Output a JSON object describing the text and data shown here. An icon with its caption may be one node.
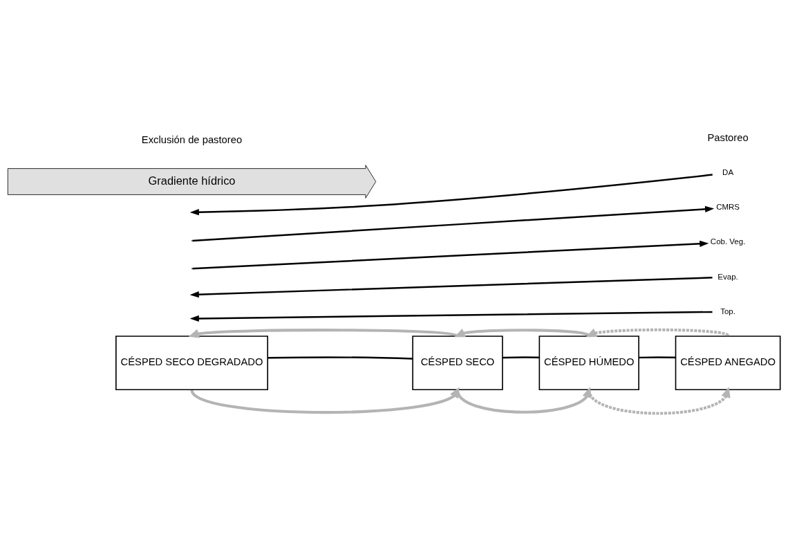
{
  "diagram": {
    "nodes": [
      {
        "text": [
          "CÉSPED SECO DEGRADADO"
        ]
      },
      {
        "text": [
          "CÉSPED SECO"
        ]
      },
      {
        "text": [
          "CÉSPED HÚMEDO"
        ]
      },
      {
        "text": [
          "CÉSPED ANEGADO"
        ]
      },
      {
        "text": [
          "Top."
        ]
      },
      {
        "text": [
          "Evap."
        ]
      },
      {
        "text": [
          "Cob. Veg."
        ]
      },
      {
        "text": [
          "CMRS"
        ]
      },
      {
        "text": [
          "DA"
        ]
      },
      {
        "text": [
          "Gradiente hídrico"
        ]
      }
    ],
    "edges": [
      {
        "from": 0,
        "to": 1,
        "arrow": "none"
      },
      {
        "from": 1,
        "to": 2,
        "arrow": "none"
      },
      {
        "from": 2,
        "to": 3,
        "arrow": "none"
      },
      {
        "from": 1,
        "to": 0,
        "arrow": "to",
        "color": "#b4b4b4"
      },
      {
        "from": 2,
        "to": 1,
        "arrow": "to",
        "color": "#b4b4b4"
      },
      {
        "from": 3,
        "to": 2,
        "arrow": "to",
        "style": "dashed",
        "color": "#b4b4b4"
      },
      {
        "from": 0,
        "to": 1,
        "arrow": "to",
        "color": "#b4b4b4"
      },
      {
        "from": 1,
        "to": 2,
        "arrow": "to",
        "color": "#b4b4b4"
      },
      {
        "from": 2,
        "to": 3,
        "arrow": "to",
        "style": "dashed",
        "color": "#b4b4b4"
      },
      {
        "from": 4,
        "to": null,
        "arrow": "to"
      },
      {
        "from": 5,
        "to": null,
        "arrow": "to"
      },
      {
        "from": null,
        "to": 6,
        "arrow": "to"
      },
      {
        "from": null,
        "to": 7,
        "arrow": "to"
      },
      {
        "from": 8,
        "to": null,
        "arrow": "to"
      }
    ],
    "labels": [
      "Pastoreo",
      "Exclusión de pastoreo"
    ]
  }
}
